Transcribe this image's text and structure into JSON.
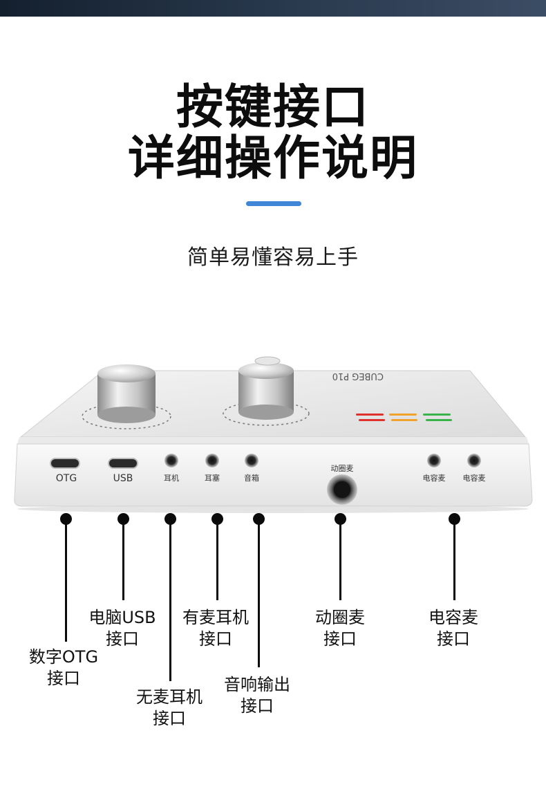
{
  "header": {
    "title_line1": "按键接口",
    "title_line2": "详细操作说明",
    "subtitle": "简单易懂容易上手"
  },
  "device": {
    "brand": "CUBEG P10",
    "port_labels": {
      "otg": "OTG",
      "usb": "USB",
      "earphone": "耳机",
      "earbud": "耳塞",
      "speaker": "音箱",
      "dynamic_mic": "动圈麦",
      "condenser_mic_1": "电容麦",
      "condenser_mic_2": "电容麦"
    },
    "led_colors": [
      "#e0302b",
      "#f0a22a",
      "#37b34a"
    ]
  },
  "callouts": [
    {
      "id": "otg",
      "line1": "数字OTG",
      "line2": "接口"
    },
    {
      "id": "usb",
      "line1": "电脑USB",
      "line2": "接口"
    },
    {
      "id": "no-mic-headphone",
      "line1": "无麦耳机",
      "line2": "接口"
    },
    {
      "id": "mic-headphone",
      "line1": "有麦耳机",
      "line2": "接口"
    },
    {
      "id": "audio-out",
      "line1": "音响输出",
      "line2": "接口"
    },
    {
      "id": "dynamic-mic",
      "line1": "动圈麦",
      "line2": "接口"
    },
    {
      "id": "condenser-mic",
      "line1": "电容麦",
      "line2": "接口"
    }
  ],
  "colors": {
    "accent": "#3f86d6",
    "banner": "#14202e",
    "leader": "#0a0a0a"
  }
}
